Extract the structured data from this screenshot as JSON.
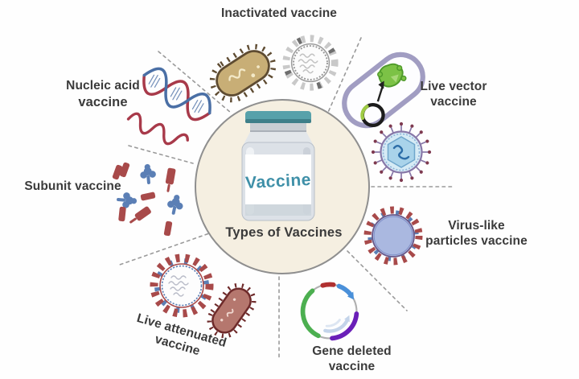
{
  "figure": {
    "center": {
      "vial_text": "Vaccine",
      "caption": "Types of Vaccines"
    },
    "labels": {
      "inactivated": "Inactivated vaccine",
      "nucleic_acid": {
        "line1": "Nucleic acid",
        "line2": "vaccine"
      },
      "live_vector": {
        "line1": "Live vector",
        "line2": "vaccine"
      },
      "virus_like": {
        "line1": "Virus-like",
        "line2": "particles vaccine"
      },
      "gene_deleted": {
        "line1": "Gene deleted",
        "line2": "vaccine"
      },
      "live_attenuated": {
        "line1": "Live attenuated",
        "line2": "vaccine"
      },
      "subunit": "Subunit vaccine"
    },
    "icons": {
      "inactivated": [
        "tan-bacterium-icon",
        "gray-virus-icon"
      ],
      "live_vector": [
        "vector-bacterium-plasmid-icon",
        "enveloped-virus-icon"
      ],
      "virus_like": [
        "virus-like-particle-icon"
      ],
      "gene_deleted": [
        "plasmid-map-icon"
      ],
      "live_attenuated": [
        "spiked-virus-icon",
        "red-bacterium-icon"
      ],
      "subunit": [
        "protein-fragments-icon"
      ],
      "nucleic_acid": [
        "dna-helix-icon",
        "rna-strand-icon"
      ]
    }
  },
  "colors": {
    "cream": "#f5efe1",
    "circleBorder": "#8f8f8f",
    "ink": "#3b3b3b",
    "tealCap": "#57a1aa",
    "tealCapDark": "#3e7f89",
    "tealText": "#3f90a8",
    "vialBody": "#dce1e7",
    "vialEdge": "#b8bfc8",
    "metal": "#c9ced3",
    "tan": "#c8ae76",
    "tanDark": "#5e4b31",
    "gray1": "#c9c9c9",
    "gray2": "#6e6e6e",
    "gray3": "#9a9a9a",
    "lavender": "#a19dc2",
    "green": "#7cc246",
    "greenDark": "#4e9a2a",
    "plasmidRingGreen": "#9ecb44",
    "purple": "#8878a8",
    "maroon": "#7e3a50",
    "capsidFill": "#a9d3ea",
    "capsidEdge": "#6fa6cc",
    "genomeBlue": "#2d6ea8",
    "periwinkle": "#aab8e0",
    "spikeRed": "#a84a4a",
    "spikeBlue": "#5b7fb5",
    "plasGreen": "#4caf50",
    "plasRed": "#b03030",
    "plasBlue": "#4a90d9",
    "plasPurple": "#6a1fb8",
    "plasGray": "#b0b0b0",
    "innerArrow": "#c4d4ea",
    "redBact": "#b5776e",
    "redBactDark": "#6e2a2a",
    "dnaRed": "#a83a4a",
    "dnaBlue": "#4a6fa5",
    "dash": "#9a9a9a"
  }
}
